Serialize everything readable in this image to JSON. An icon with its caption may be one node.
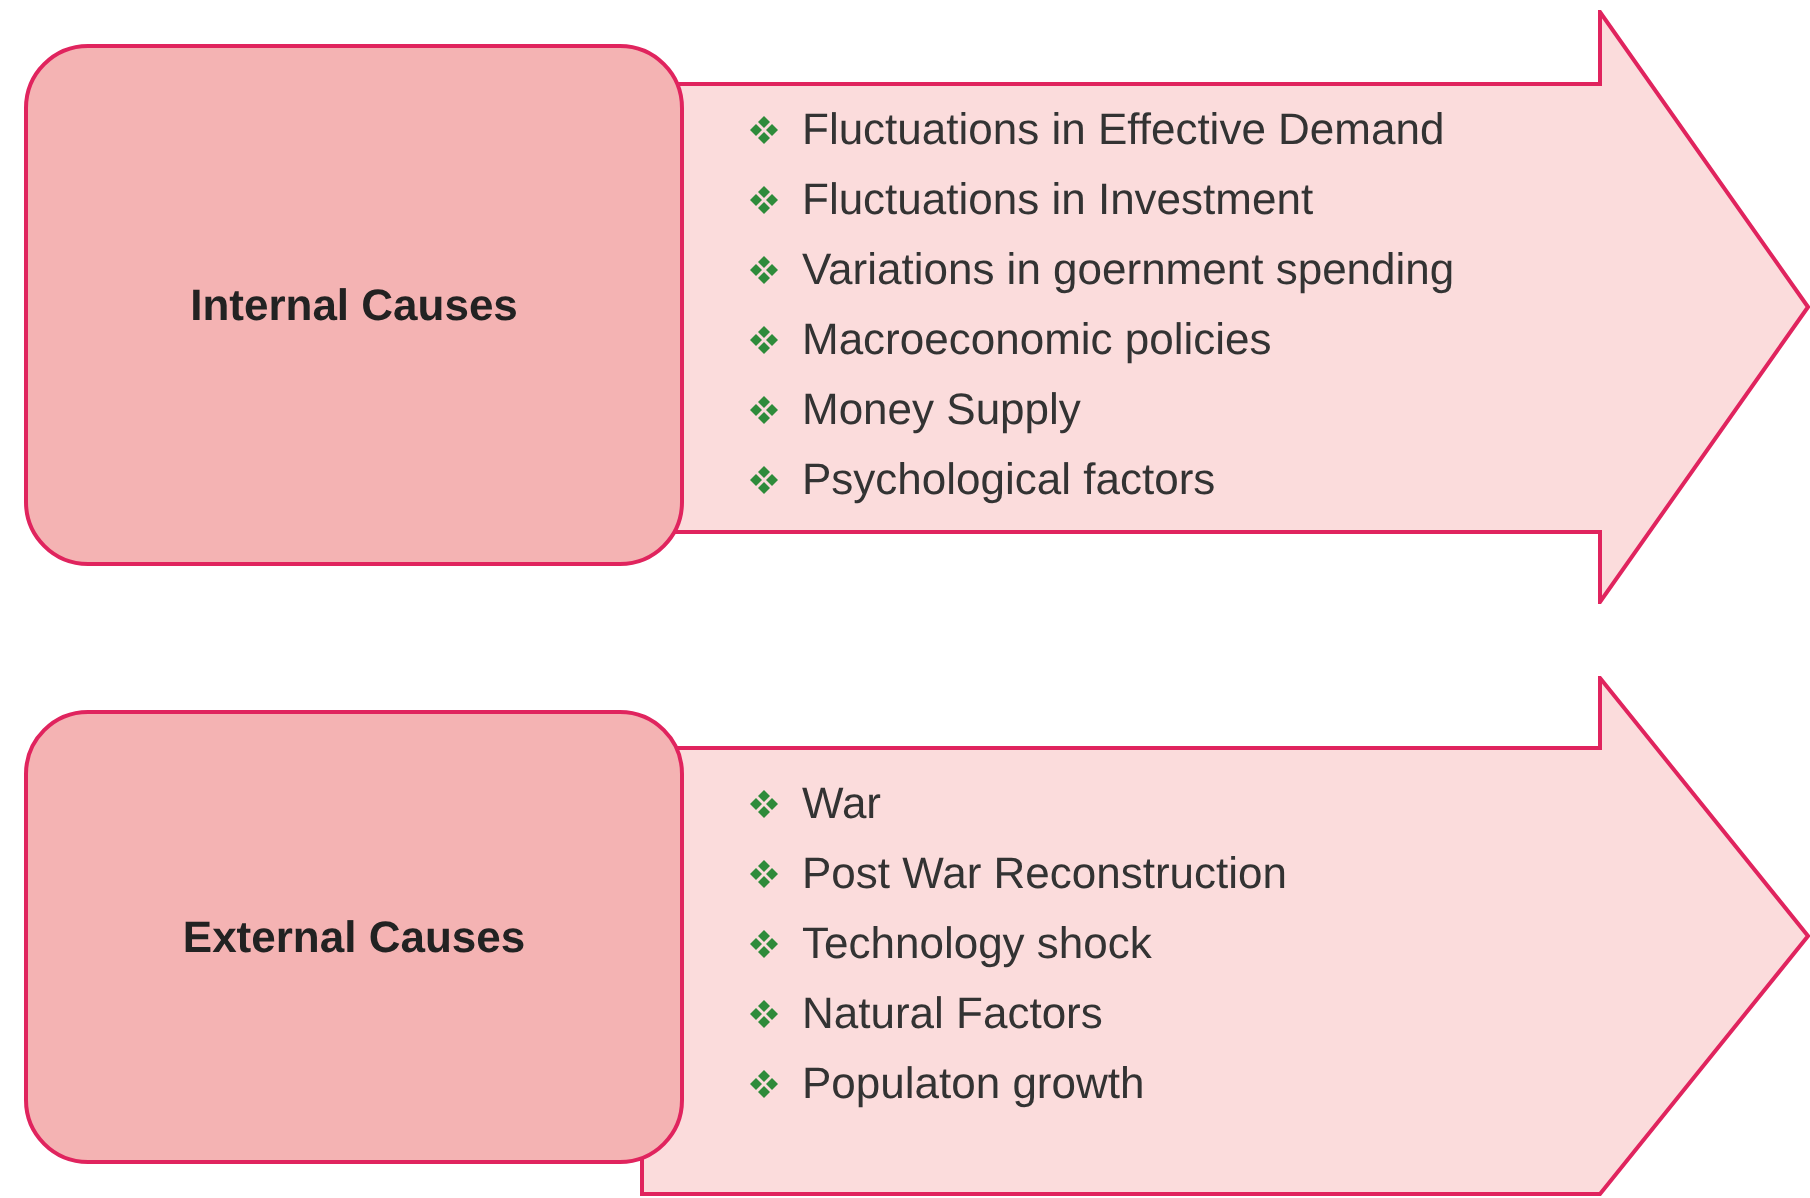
{
  "diagram": {
    "nodes": [
      {
        "text": [
          "Internal Causes"
        ]
      },
      {
        "text": [
          "Fluctuations in Effective Demand",
          "Fluctuations in Investment",
          "Variations in goernment spending",
          "Macroeconomic policies",
          "Money Supply",
          "Psychological factors"
        ]
      },
      {
        "text": [
          "External Causes"
        ]
      },
      {
        "text": [
          "War",
          "Post War Reconstruction",
          "Technology shock",
          "Natural Factors",
          "Populaton growth"
        ]
      }
    ]
  }
}
